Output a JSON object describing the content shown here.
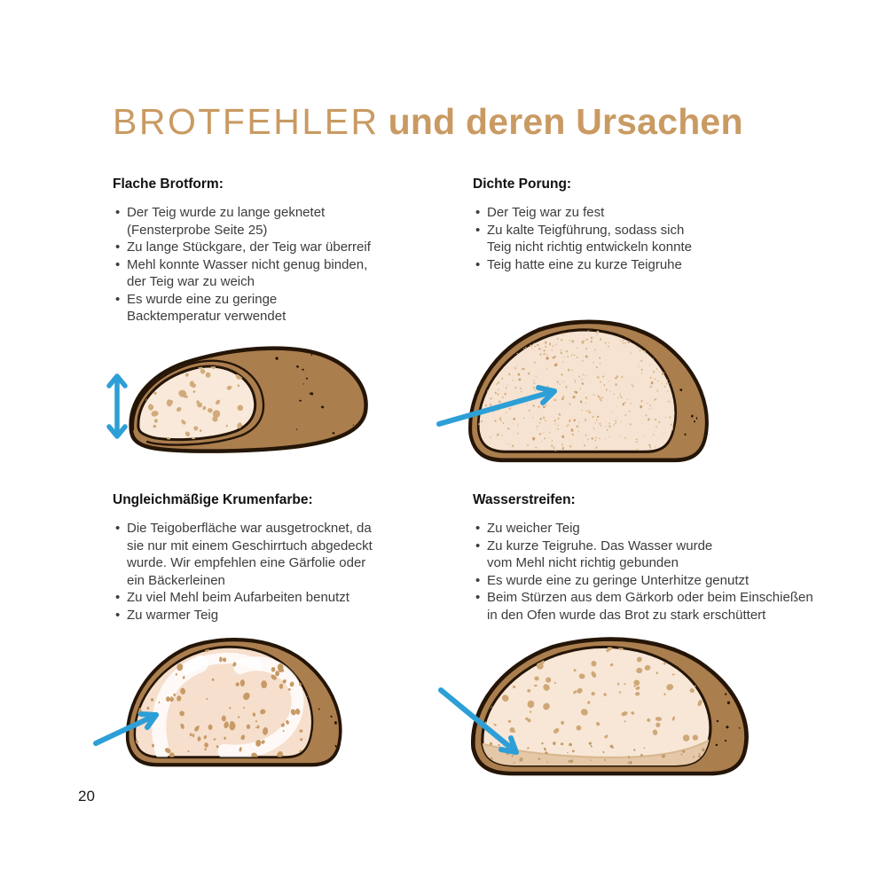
{
  "page": {
    "number": "20"
  },
  "title": {
    "light": "BROTFEHLER",
    "bold": "und deren Ursachen"
  },
  "sections": [
    {
      "id": "flache-brotform",
      "heading": "Flache Brotform:",
      "bullets": [
        "Der Teig wurde zu lange geknetet\n(Fensterprobe Seite 25)",
        "Zu lange Stückgare, der Teig war überreif",
        "Mehl konnte Wasser nicht genug binden,\nder Teig war zu weich",
        "Es wurde eine zu geringe\nBacktemperatur verwendet"
      ],
      "illustration": "flat-loaf-with-height-arrow"
    },
    {
      "id": "dichte-porung",
      "heading": "Dichte Porung:",
      "bullets": [
        "Der Teig war zu fest",
        "Zu kalte Teigführung, sodass sich\nTeig nicht richtig entwickeln konnte",
        "Teig hatte eine zu kurze Teigruhe"
      ],
      "illustration": "dense-crumb-loaf-with-arrow-to-center"
    },
    {
      "id": "ungleichmaessige-krumenfarbe",
      "heading": "Ungleichmäßige Krumenfarbe:",
      "bullets": [
        "Die Teigoberfläche war ausgetrocknet, da\nsie nur mit einem Geschirrtuch abgedeckt\nwurde. Wir empfehlen eine Gärfolie oder\nein Bäckerleinen",
        "Zu viel Mehl beim Aufarbeiten benutzt",
        "Zu warmer Teig"
      ],
      "illustration": "uneven-crumb-loaf-with-arrow-to-pale-streak"
    },
    {
      "id": "wasserstreifen",
      "heading": "Wasserstreifen:",
      "bullets": [
        "Zu weicher Teig",
        "Zu kurze Teigruhe. Das Wasser wurde\nvom Mehl nicht richtig gebunden",
        "Es wurde eine zu geringe Unterhitze genutzt",
        "Beim Stürzen aus dem Gärkorb oder beim Einschießen\nin den Ofen wurde das Brot zu stark erschüttert"
      ],
      "illustration": "water-streak-loaf-with-arrow-to-bottom-band"
    }
  ],
  "colors": {
    "accent": "#C99A62",
    "arrow_blue": "#2D9FD6",
    "crust": "#AB7E4E",
    "crust_outline": "#241507",
    "crumb_light": "#F9E9DB",
    "crumb_speckle": "#D2AB7C",
    "water_streak_band": "#E5C8A8",
    "text_body": "#3C3C3E",
    "text_heading": "#111111"
  }
}
